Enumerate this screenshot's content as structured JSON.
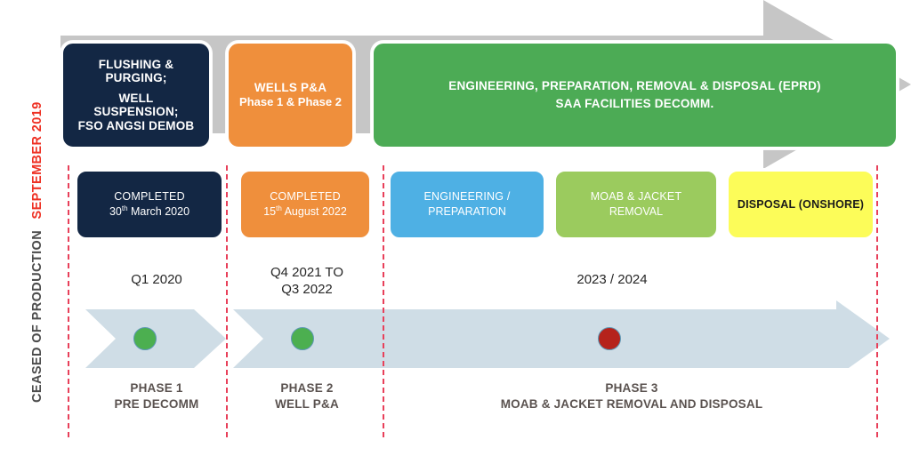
{
  "colors": {
    "navy": "#132744",
    "orange": "#ef8f3c",
    "green": "#4cab55",
    "blue": "#4eb0e4",
    "light_green": "#9bcb5e",
    "yellow": "#fcfc59",
    "grey_band": "#c6c6c6",
    "arrow_band": "#cfdde6",
    "dash_red": "#e8405a",
    "caption_red": "#ee3124",
    "caption_grey": "#4d4d4d",
    "dot_green": "#4caf50",
    "dot_red": "#b5231c"
  },
  "side_caption": {
    "line1": "CEASED OF PRODUCTION",
    "line2": "SEPTEMBER 2019"
  },
  "activities": [
    {
      "id": "flushing-purging",
      "lines": [
        "FLUSHING &",
        "PURGING;",
        "WELL",
        "SUSPENSION;",
        "FSO ANGSI DEMOB"
      ],
      "color": "#132744"
    },
    {
      "id": "wells-pa",
      "title": "WELLS P&A",
      "subtitle": "Phase 1 & Phase 2",
      "color": "#ef8f3c"
    },
    {
      "id": "eprd",
      "line1": "ENGINEERING, PREPARATION, REMOVAL & DISPOSAL (EPRD)",
      "line2": "SAA FACILITIES DECOMM.",
      "color": "#4cab55"
    }
  ],
  "statuses": [
    {
      "id": "completed-1",
      "line1": "COMPLETED",
      "line2_pre": "30",
      "line2_sup": "th",
      "line2_post": " March 2020",
      "color": "#132744"
    },
    {
      "id": "completed-2",
      "line1": "COMPLETED",
      "line2_pre": "15",
      "line2_sup": "th",
      "line2_post": " August 2022",
      "color": "#ef8f3c"
    },
    {
      "id": "engineering-preparation",
      "line1": "ENGINEERING /",
      "line2": "PREPARATION",
      "color": "#4eb0e4"
    },
    {
      "id": "moab-jacket-removal",
      "line1": "MOAB & JACKET",
      "line2": "REMOVAL",
      "color": "#9bcb5e"
    },
    {
      "id": "disposal-onshore",
      "line1": "DISPOSAL (ONSHORE)",
      "line2": "",
      "color": "#fcfc59"
    }
  ],
  "timeline": [
    {
      "id": "phase-1",
      "period_line1": "Q1 2020",
      "period_line2": "",
      "phase_line1": "PHASE 1",
      "phase_line2": "PRE DECOMM",
      "dot_color": "#4caf50"
    },
    {
      "id": "phase-2",
      "period_line1": "Q4 2021 TO",
      "period_line2": "Q3 2022",
      "phase_line1": "PHASE 2",
      "phase_line2": "WELL P&A",
      "dot_color": "#4caf50"
    },
    {
      "id": "phase-3",
      "period_line1": "2023 / 2024",
      "period_line2": "",
      "phase_line1": "PHASE 3",
      "phase_line2": "MOAB & JACKET REMOVAL AND DISPOSAL",
      "dot_color": "#b5231c"
    }
  ]
}
